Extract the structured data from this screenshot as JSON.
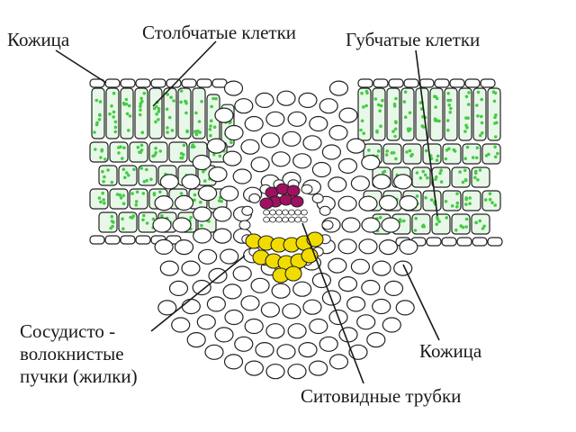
{
  "labels": {
    "epidermis_top": "Кожица",
    "palisade": "Столбчатые клетки",
    "spongy": "Губчатые клетки",
    "bundle_line1": "Сосудисто -",
    "bundle_line2": "волокнистые",
    "bundle_line3": "пучки (жилки)",
    "epidermis_bottom": "Кожица",
    "sieve_tubes": "Ситовидные трубки"
  },
  "colors": {
    "chloroplast": "#44cc44",
    "phloem": "#a01060",
    "xylem": "#f2dc00",
    "outline": "#222222"
  }
}
